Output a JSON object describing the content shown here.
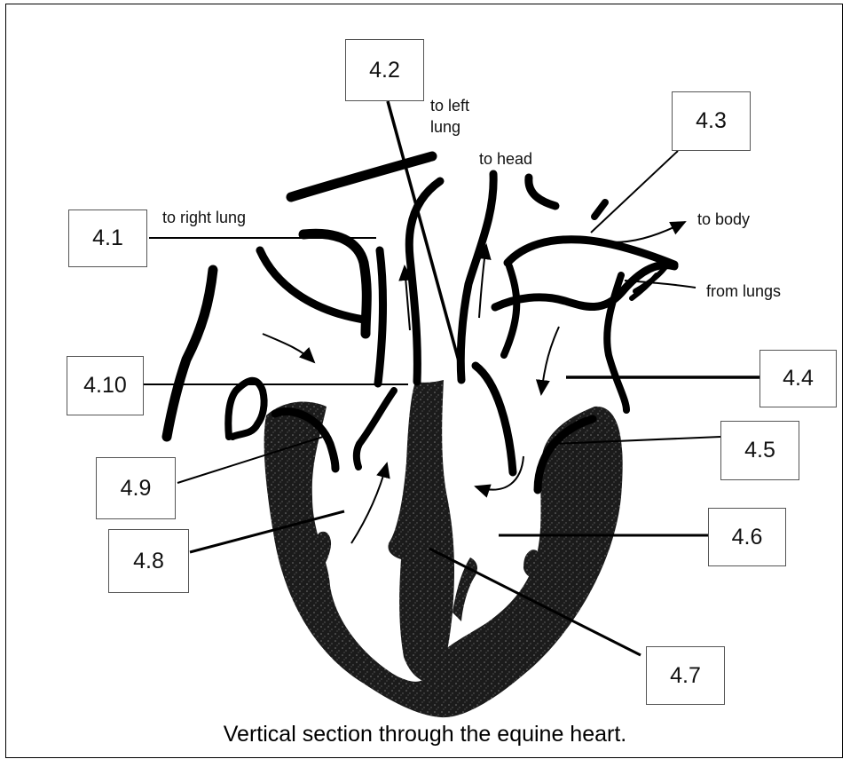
{
  "labels": {
    "l41": "4.1",
    "l42": "4.2",
    "l43": "4.3",
    "l44": "4.4",
    "l45": "4.5",
    "l46": "4.6",
    "l47": "4.7",
    "l48": "4.8",
    "l49": "4.9",
    "l410": "4.10"
  },
  "annotations": {
    "to_left_lung": "to left\nlung",
    "to_head": "to head",
    "to_right_lung": "to right lung",
    "to_body": "to body",
    "from_lungs": "from lungs"
  },
  "caption": "Vertical section through the equine heart."
}
